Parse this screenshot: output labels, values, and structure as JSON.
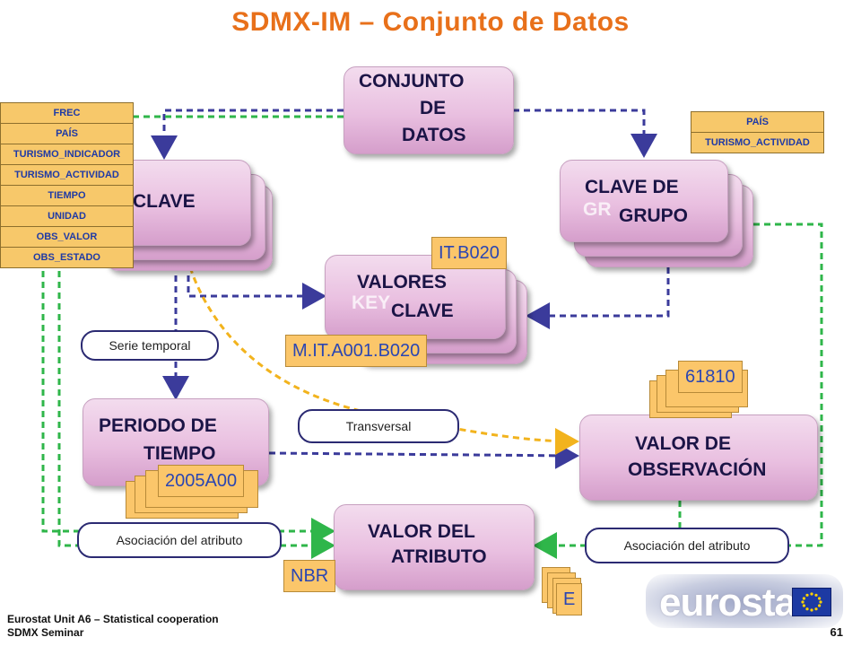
{
  "title": "SDMX-IM – Conjunto de Datos",
  "nodes": {
    "dataset": [
      "CONJUNTO",
      "DE",
      "DATOS"
    ],
    "clave": "CLAVE",
    "clave_grupo": [
      "CLAVE DE",
      "GRUPO"
    ],
    "clave_grupo_ghost": "GR",
    "valores_clave": [
      "VALORES",
      "CLAVE"
    ],
    "valores_clave_ghost": "KEY",
    "periodo": [
      "PERIODO DE",
      "TIEMPO"
    ],
    "valor_obs": [
      "VALOR DE",
      "OBSERVACIÓN"
    ],
    "valor_atr": [
      "VALOR DEL",
      "ATRIBUTO"
    ]
  },
  "key_list": [
    "FREC",
    "PAÍS",
    "TURISMO_INDICADOR",
    "TURISMO_ACTIVIDAD",
    "TIEMPO",
    "UNIDAD",
    "OBS_VALOR",
    "OBS_ESTADO"
  ],
  "group_list": [
    "PAÍS",
    "TURISMO_ACTIVIDAD"
  ],
  "values": {
    "group_key": "IT.B020",
    "series_key": "M.IT.A001.B020",
    "obs_value": "61810",
    "time_value": "2005A00",
    "attr_value": "NBR",
    "obs_status": "E"
  },
  "labels": {
    "serie": "Serie temporal",
    "transversal": "Transversal",
    "asoc_left": "Asociación del atributo",
    "asoc_right": "Asociación del atributo"
  },
  "footer": {
    "line1": "Eurostat Unit A6 – Statistical cooperation",
    "line2": "SDMX Seminar",
    "page": "61"
  },
  "logo": "eurostat",
  "colors": {
    "title": "#e8701a",
    "navy_arrow": "#3b3b9b",
    "green_arrow": "#2fb64a",
    "yellow_arrow": "#f2b31d",
    "orange_box": "#f7c86a",
    "pink_box": "#e9bfe0"
  }
}
